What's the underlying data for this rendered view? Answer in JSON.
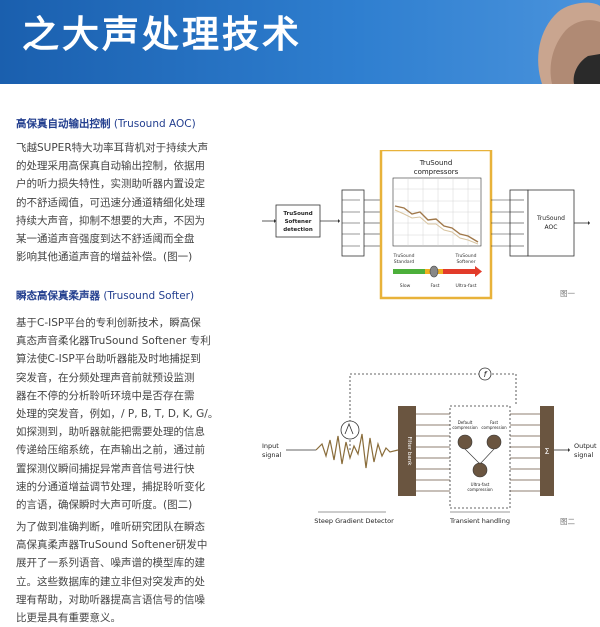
{
  "header": {
    "title": "之大声处理技术"
  },
  "section1": {
    "title_cn": "高保真自动输出控制",
    "title_en": " (Trusound AOC)",
    "lines": [
      "飞越SUPER特大功率耳背机对于持续大声",
      "的处理采用高保真自动输出控制，依据用",
      "户的听力损失特性，实测助听器内置设定",
      "的不舒适阈值，可迅速分通道精细化处理",
      "持续大声音，抑制不想要的大声，不因为",
      "某一通道声音强度到达不舒适阈而全盘",
      "影响其他通道声音的增益补偿。(图一)"
    ]
  },
  "section2": {
    "title_cn": "瞬态高保真柔声器",
    "title_en": " (Trusound Softer)",
    "lines": [
      "基于C-ISP平台的专利创新技术，瞬高保",
      "真态声音柔化器TruSound Softener 专利",
      "算法使C-ISP平台助听器能及时地捕捉到",
      "突发音，在分频处理声音前就预设监测",
      "器在不停的分析聆听环境中是否存在需",
      "处理的突发音，例如，/ P, B, T, D, K, G/。",
      "如探测到，助听器就能把需要处理的信息",
      "传递给压缩系统，在声输出之前，通过前",
      "置探测仪瞬间捕捉异常声音信号进行快",
      "速的分通道增益调节处理，捕捉聆听变化",
      "的言语，确保瞬时大声可听度。(图二)"
    ]
  },
  "section3": {
    "lines": [
      "为了做到准确判断，唯听研究团队在瞬态",
      "高保真柔声器TruSound Softener研发中",
      "展开了一系列语音、噪声谱的模型库的建",
      "立。这些数据库的建立非但对突发声的处",
      "理有帮助，对助听器提高言语信号的信噪",
      "比更是具有重要意义。"
    ]
  },
  "figure1": {
    "softener_label": [
      "TruSound",
      "Softener",
      "detection"
    ],
    "compressor_title": [
      "TruSound",
      "compressors"
    ],
    "standard_label": [
      "TruSound",
      "Standard"
    ],
    "softener_label2": [
      "TruSound",
      "Softener"
    ],
    "scale_labels": [
      "Slow",
      "Fast",
      "Ultra-fast"
    ],
    "aoc_label": [
      "TruSound",
      "AOC"
    ],
    "caption": "图一"
  },
  "figure2": {
    "input_label": [
      "Input",
      "signal"
    ],
    "output_label": [
      "Output",
      "signal"
    ],
    "filter_label": "Filter bank",
    "default_label": [
      "Default",
      "compression"
    ],
    "fast_label": [
      "Fast",
      "compression"
    ],
    "ultra_label": [
      "Ultra-fast",
      "compression"
    ],
    "f_symbol": "f",
    "sigma_symbol": "Σ",
    "detector_label": "Steep Gradient Detector",
    "transient_label": "Transient handling",
    "caption": "图二"
  },
  "colors": {
    "banner": "#1f66b8",
    "heading": "#233f8f",
    "highlight_border": "#e8b23a"
  }
}
